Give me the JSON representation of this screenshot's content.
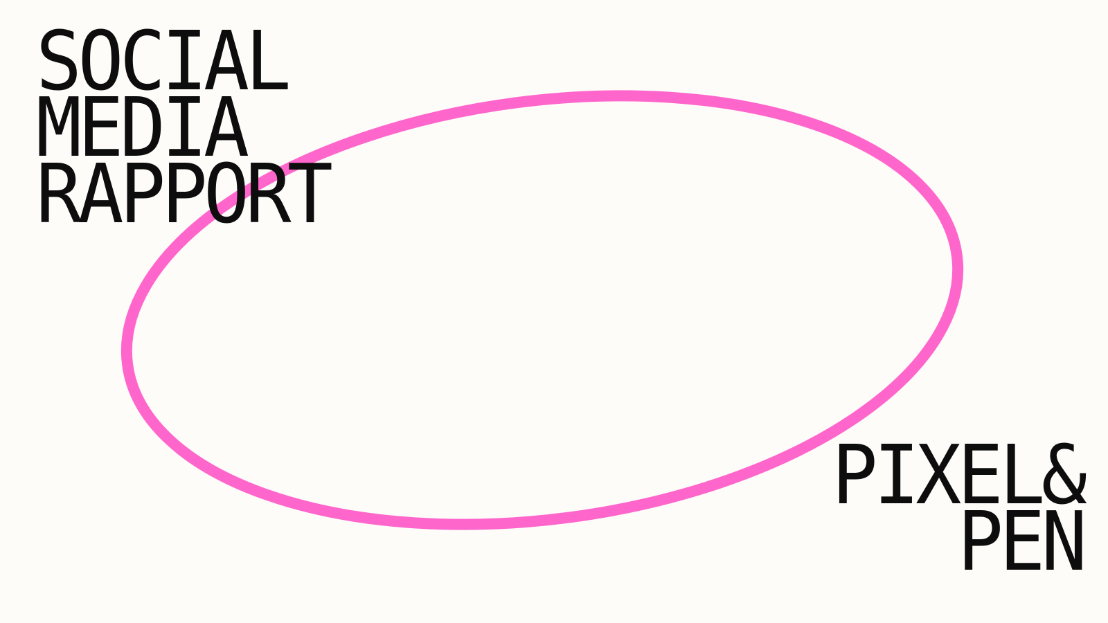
{
  "title": {
    "lines": [
      "SOCIAL",
      "MEDIA",
      "RAPPORT"
    ]
  },
  "brand": {
    "lines": [
      "PIXEL&",
      "PEN"
    ]
  },
  "colors": {
    "background": "#fdfcf9",
    "text": "#0d0d0d",
    "accent_ring": "#ff66cc"
  }
}
